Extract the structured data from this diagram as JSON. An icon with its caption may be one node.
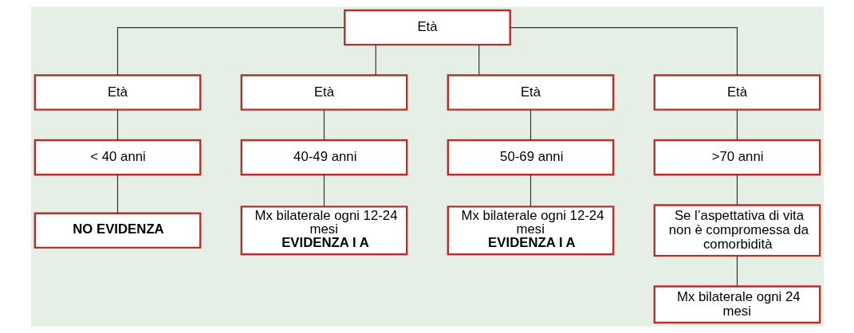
{
  "diagram": {
    "nodes": [
      {
        "text": [
          "Età"
        ]
      },
      {
        "text": [
          "Età"
        ]
      },
      {
        "text": [
          "Età"
        ]
      },
      {
        "text": [
          "Età"
        ]
      },
      {
        "text": [
          "Età"
        ]
      },
      {
        "text": [
          "< 40 anni"
        ]
      },
      {
        "text": [
          "40-49 anni"
        ]
      },
      {
        "text": [
          "50-69 anni"
        ]
      },
      {
        "text": [
          ">70 anni"
        ]
      },
      {
        "text": [
          "NO EVIDENZA"
        ]
      },
      {
        "text": [
          "Mx bilaterale ogni 12-24 mesi",
          "EVIDENZA I A"
        ]
      },
      {
        "text": [
          "Mx bilaterale ogni 12-24 mesi",
          "EVIDENZA I A"
        ]
      },
      {
        "text": [
          "Se l’aspettativa di vita non è compromessa da comorbidità"
        ]
      },
      {
        "text": [
          "Mx bilaterale ogni 24 mesi"
        ]
      }
    ],
    "edges": [
      {
        "from": 0,
        "to": 1,
        "arrow": "none"
      },
      {
        "from": 0,
        "to": 2,
        "arrow": "none"
      },
      {
        "from": 0,
        "to": 3,
        "arrow": "none"
      },
      {
        "from": 0,
        "to": 4,
        "arrow": "none"
      },
      {
        "from": 1,
        "to": 5,
        "arrow": "none"
      },
      {
        "from": 2,
        "to": 6,
        "arrow": "none"
      },
      {
        "from": 3,
        "to": 7,
        "arrow": "none"
      },
      {
        "from": 4,
        "to": 8,
        "arrow": "none"
      },
      {
        "from": 5,
        "to": 9,
        "arrow": "none"
      },
      {
        "from": 6,
        "to": 10,
        "arrow": "none"
      },
      {
        "from": 7,
        "to": 11,
        "arrow": "none"
      },
      {
        "from": 8,
        "to": 12,
        "arrow": "none"
      },
      {
        "from": 12,
        "to": 13,
        "arrow": "none"
      }
    ]
  }
}
